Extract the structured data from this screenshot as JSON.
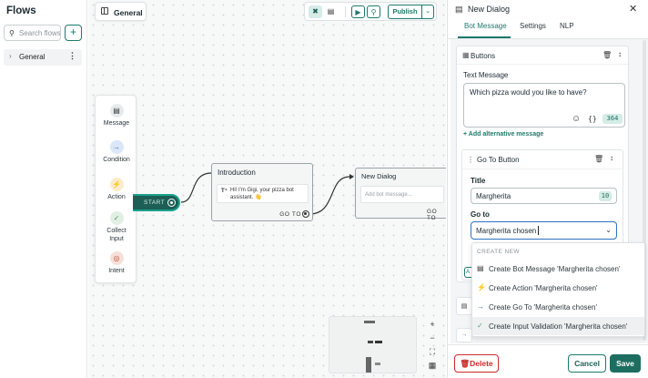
{
  "flows_panel": {
    "title": "Flows",
    "search_placeholder": "Search flows",
    "add_icon": "plus-icon",
    "items": [
      {
        "label": "General"
      }
    ]
  },
  "canvas": {
    "flow_name": "General",
    "toolbar": {
      "publish_label": "Publish"
    },
    "palette": [
      {
        "label": "Message",
        "icon": "message-icon"
      },
      {
        "label": "Condition",
        "icon": "arrow-right-icon"
      },
      {
        "label": "Action",
        "icon": "lightning-icon"
      },
      {
        "label": "Collect Input",
        "icon": "check-icon"
      },
      {
        "label": "Intent",
        "icon": "target-icon"
      }
    ],
    "start_node": {
      "label": "START"
    },
    "intro_node": {
      "title": "Introduction",
      "message": "Hi! I'm Gigi, your pizza bot assistant. 👋",
      "goto_label": "GO TO"
    },
    "dialog_node": {
      "title": "New Dialog",
      "placeholder": "Add bot message...",
      "goto_label": "GO TO"
    }
  },
  "dialog_panel": {
    "title": "New Dialog",
    "tabs": [
      {
        "label": "Bot Message",
        "active": true
      },
      {
        "label": "Settings",
        "active": false
      },
      {
        "label": "NLP",
        "active": false
      }
    ],
    "buttons_card": {
      "header": "Buttons",
      "text_message_label": "Text Message",
      "text_message_value": "Which pizza would you like to have?",
      "char_count": "364",
      "add_alternative_label": "+ Add alternative message"
    },
    "goto_button_card": {
      "header": "Go To Button",
      "title_label": "Title",
      "title_value": "Margherita",
      "title_count": "10",
      "goto_label": "Go to",
      "goto_value": "Margherita chosen"
    },
    "dropdown": {
      "section_label": "CREATE NEW",
      "items": [
        {
          "label": "Create Bot Message 'Margherita chosen'",
          "icon": "message-icon",
          "color": "#333333"
        },
        {
          "label": "Create Action 'Margherita chosen'",
          "icon": "lightning-icon",
          "color": "#e8a317"
        },
        {
          "label": "Create Go To 'Margherita chosen'",
          "icon": "arrow-right-icon",
          "color": "#4a6fd8"
        },
        {
          "label": "Create Input Validation 'Margherita chosen'",
          "icon": "check-icon",
          "color": "#5aa56a"
        }
      ]
    },
    "footer": {
      "delete_label": "Delete",
      "cancel_label": "Cancel",
      "save_label": "Save"
    }
  },
  "colors": {
    "brand": "#1d7a6c",
    "danger": "#cc2b2b",
    "focus": "#2c72c4"
  }
}
